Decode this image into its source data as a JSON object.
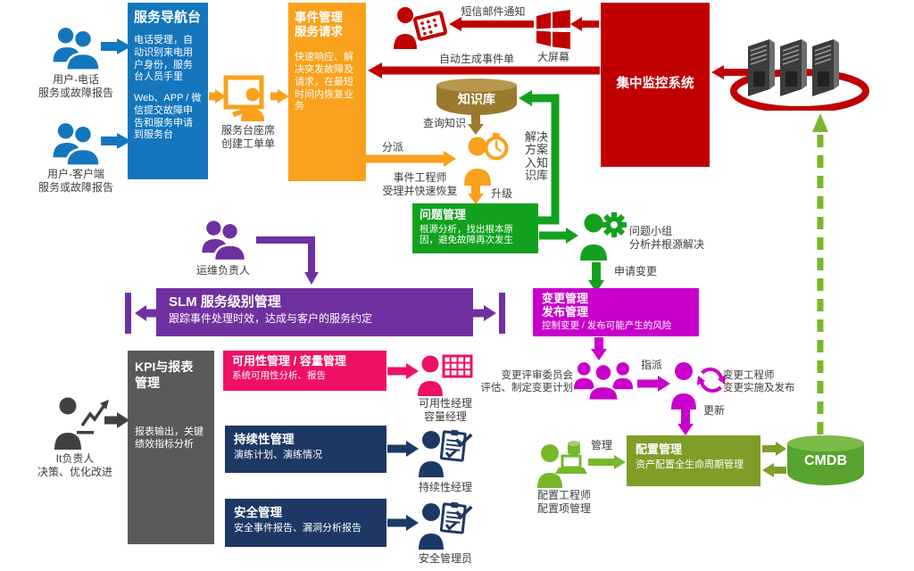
{
  "palette": {
    "blue": "#1476BD",
    "orange": "#F9A11C",
    "red": "#C00000",
    "gold": "#9A7B2D",
    "green": "#12A11E",
    "magenta": "#C900CB",
    "purple": "#7030A0",
    "pink": "#EF1065",
    "navy": "#1E3865",
    "olive": "#7F9E27",
    "cmdb_green": "#58A42F",
    "lime": "#76B82A",
    "gray": "#595959",
    "dark": "#404040"
  },
  "nodes": {
    "service_desk": {
      "title": "服务导航台",
      "body1": "电话受理，自动识别来电用户身份，服务台人员手里",
      "body2": "Web、APP / 微信提交故障申告和服务申请到服务台"
    },
    "incident": {
      "title1": "事件管理",
      "title2": "服务请求",
      "body": "快速响应、解决突发故障及请求，在最短时间内恢复业务"
    },
    "monitoring": {
      "title": "集中监控系统"
    },
    "knowledge_base": {
      "title": "知识库"
    },
    "problem": {
      "title": "问题管理",
      "body": "根源分析，找出根本原因，避免故障再次发生"
    },
    "slm": {
      "title": "SLM 服务级别管理",
      "body": "跟踪事件处理时效，达成与客户的服务约定"
    },
    "change": {
      "title1": "变更管理",
      "title2": "发布管理",
      "body": "控制变更 / 发布可能产生的风险"
    },
    "kpi": {
      "title1": "KPI与报表",
      "title2": "管理",
      "body": "报表输出，关键绩效指标分析"
    },
    "availability": {
      "title": "可用性管理 / 容量管理",
      "body": "系统可用性分析、报告"
    },
    "continuity": {
      "title": "持续性管理",
      "body": "演练计划、演练情况"
    },
    "security": {
      "title": "安全管理",
      "body": "安全事件报告、漏洞分析报告"
    },
    "config": {
      "title": "配置管理",
      "body": "资产配置全生命周期管理"
    },
    "cmdb": {
      "title": "CMDB"
    }
  },
  "actors": {
    "user_phone": {
      "line1": "用户-电话",
      "line2": "服务或故障报告"
    },
    "user_client": {
      "line1": "用户-客户端",
      "line2": "服务或故障报告"
    },
    "service_agent": {
      "line1": "服务台座席",
      "line2": "创建工单单"
    },
    "incident_engineer": {
      "line1": "事件工程师",
      "line2": "受理并快速恢复"
    },
    "problem_team": {
      "line1": "问题小组",
      "line2": "分析并根源解决"
    },
    "ops_manager": {
      "line1": "运维负责人"
    },
    "change_board": {
      "line1": "变更评审委员会",
      "line2": "评估、制定变更计划"
    },
    "change_engineer": {
      "line1": "变更工程师",
      "line2": "变更实施及发布"
    },
    "it_manager": {
      "line1": "It负责人",
      "line2": "决策、优化改进"
    },
    "availability_manager": {
      "line1": "可用性经理",
      "line2": "容量经理"
    },
    "continuity_manager": {
      "line1": "持续性经理"
    },
    "security_admin": {
      "line1": "安全管理员"
    },
    "config_engineer": {
      "line1": "配置工程师",
      "line2": "配置项管理"
    },
    "big_screen": {
      "line1": "大屏幕"
    }
  },
  "edges": {
    "sms_email": "短信邮件通知",
    "auto_ticket": "自动生成事件单",
    "query_kb": "查询知识",
    "dispatch": "分派",
    "escalate": "升级",
    "solution_to_kb": "解决方案入知识库",
    "request_change": "申请变更",
    "assign": "指派",
    "update": "更新",
    "manage": "管理"
  }
}
